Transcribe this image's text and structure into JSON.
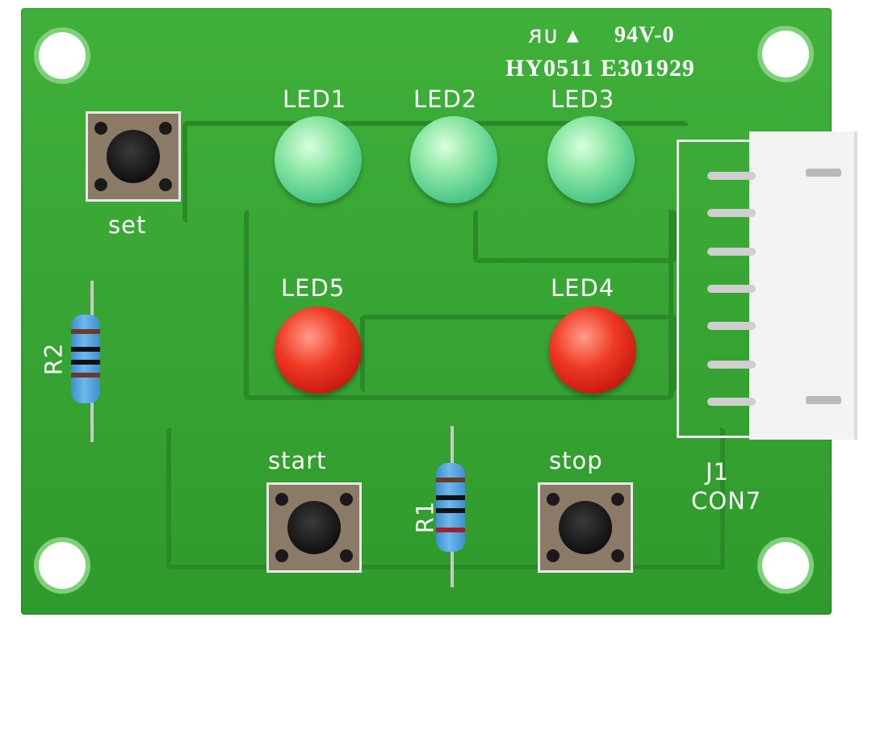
{
  "board": {
    "marking_line1": "94V-0",
    "marking_line2": "HY0511 E301929",
    "led_labels": [
      "LED1",
      "LED2",
      "LED3",
      "LED5",
      "LED4"
    ],
    "button_labels": {
      "set": "set",
      "start": "start",
      "stop": "stop"
    },
    "resistor_labels": {
      "r2": "R2",
      "r1": "R1"
    },
    "connector_labels": {
      "ref": "J1",
      "type": "CON7"
    }
  },
  "colors": {
    "pcb": "#35a531",
    "led_green": "#59d392",
    "led_red": "#e52d1f",
    "resistor_body": "#4f9fdc"
  }
}
